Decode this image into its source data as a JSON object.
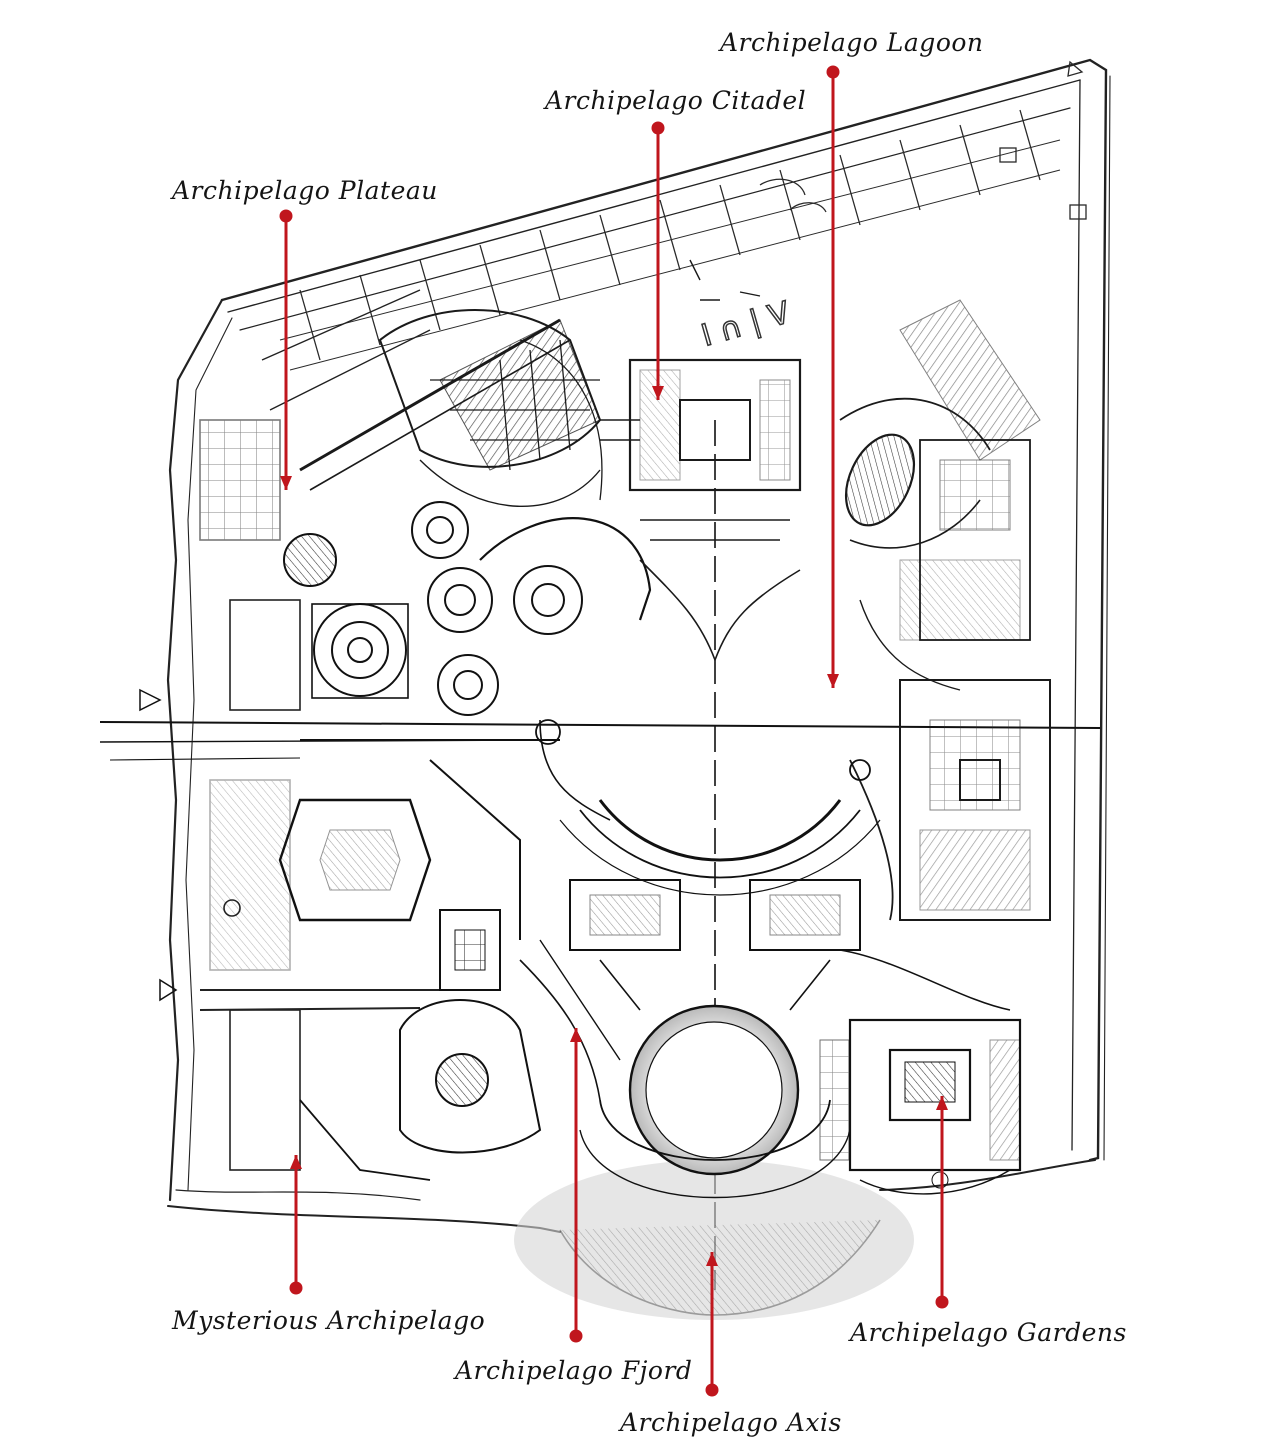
{
  "labels": {
    "lagoon": "Archipelago Lagoon",
    "citadel": "Archipelago Citadel",
    "plateau": "Archipelago Plateau",
    "mysterious": "Mysterious Archipelago",
    "fjord": "Archipelago Fjord",
    "axis": "Archipelago Axis",
    "gardens": "Archipelago Gardens"
  },
  "colors": {
    "leader": "#c0161d",
    "ink": "#1a1a1a"
  }
}
